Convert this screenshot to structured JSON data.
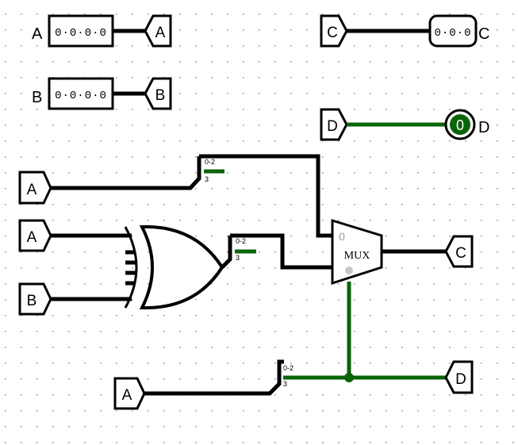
{
  "colors": {
    "wire_multi": "#000000",
    "wire_single_active": "#0a640a",
    "led_on": "#0a640a",
    "grid_dot": "#9a9a9a",
    "background": "#ffffff"
  },
  "inputs": [
    {
      "label": "A",
      "value": "0·0·0·0"
    },
    {
      "label": "B",
      "value": "0·0·0·0"
    }
  ],
  "tunnels": {
    "a_top": "A",
    "b_top": "B",
    "c_source": "C",
    "d_source": "D",
    "a_left_1": "A",
    "a_left_2": "A",
    "b_left": "B",
    "c_out": "C",
    "a_bottom": "A",
    "d_out": "D"
  },
  "outputs": [
    {
      "label": "C",
      "value": "0·0·0"
    },
    {
      "label": "D",
      "value": "0"
    }
  ],
  "splitters": [
    {
      "range": "0-2",
      "bit": "3"
    },
    {
      "range": "0-2",
      "bit": "3"
    },
    {
      "range": "0-2",
      "bit": "3"
    }
  ],
  "gate": {
    "type": "xor"
  },
  "mux": {
    "label": "MUX",
    "select_zero": "0"
  }
}
